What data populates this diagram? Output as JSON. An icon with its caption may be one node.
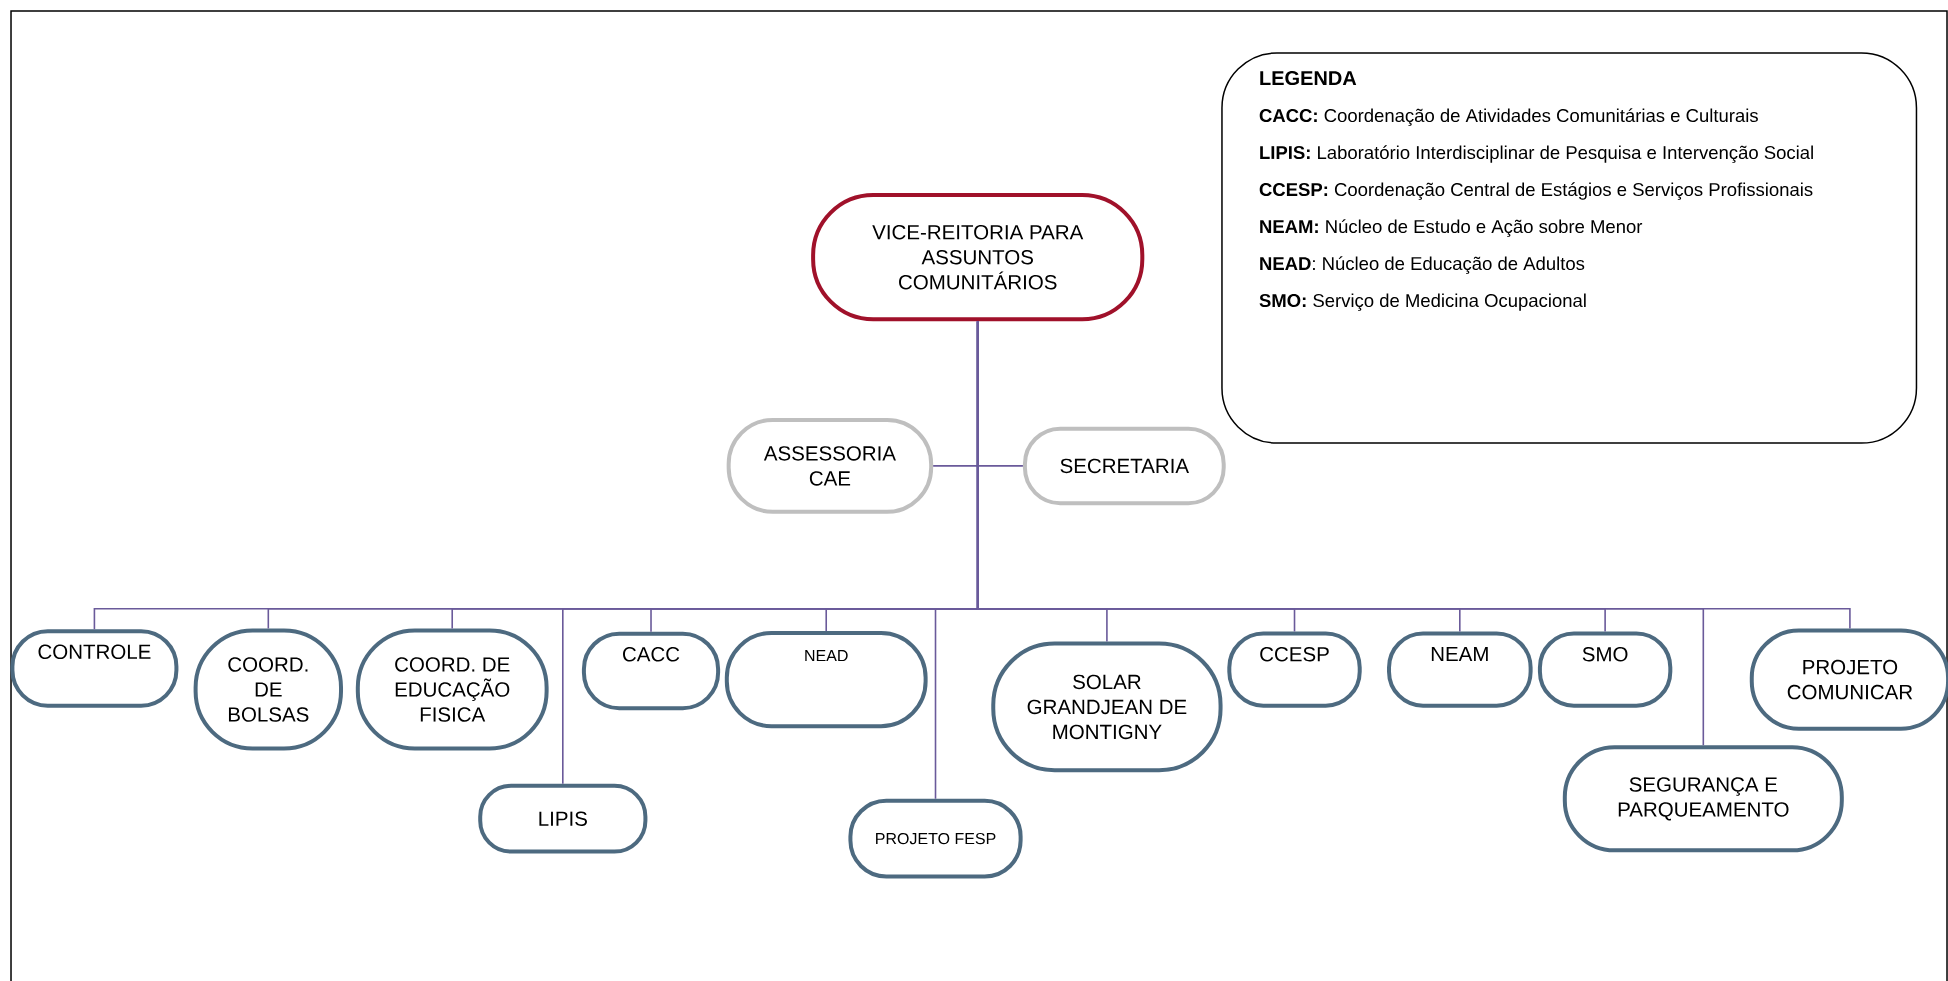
{
  "diagram": {
    "nodes": [
      {
        "text": [
          "VICE-REITORIA PARA ASSUNTOS COMUNITÁRIOS"
        ]
      },
      {
        "text": [
          "ASSESSORIA CAE"
        ]
      },
      {
        "text": [
          "SECRETARIA"
        ]
      },
      {
        "text": [
          "CONTROLE"
        ]
      },
      {
        "text": [
          "COORD. DE BOLSAS"
        ]
      },
      {
        "text": [
          "COORD. DE EDUCAÇÃO FISICA"
        ]
      },
      {
        "text": [
          "LIPIS"
        ]
      },
      {
        "text": [
          "CACC"
        ]
      },
      {
        "text": [
          "NEAD"
        ]
      },
      {
        "text": [
          "PROJETO FESP"
        ]
      },
      {
        "text": [
          "SOLAR GRANDJEAN DE MONTIGNY"
        ]
      },
      {
        "text": [
          "CCESP"
        ]
      },
      {
        "text": [
          "NEAM"
        ]
      },
      {
        "text": [
          "SMO"
        ]
      },
      {
        "text": [
          "PROJETO COMUNICAR"
        ]
      },
      {
        "text": [
          "SEGURANÇA E PARQUEAMENTO"
        ]
      },
      {
        "text": [
          "LEGENDA",
          "**CACC:** Coordenação de Atividades Comunitárias e Culturais",
          "**LIPIS:** Laboratório Interdisciplinar de Pesquisa e Intervenção Social",
          "**CCESP:** Coordenação Central de Estágios e Serviços Profissionais",
          "**NEAM:** Núcleo de Estudo e Ação sobre Menor",
          "**NEAD**: Núcleo de Educação de Adultos",
          "**SMO:** Serviço de Medicina Ocupacional"
        ]
      }
    ],
    "edges": [
      {
        "from": 0,
        "to": 1,
        "arrow": "none"
      },
      {
        "from": 0,
        "to": 2,
        "arrow": "none"
      },
      {
        "from": 0,
        "to": 3,
        "arrow": "none"
      },
      {
        "from": 0,
        "to": 4,
        "arrow": "none"
      },
      {
        "from": 0,
        "to": 5,
        "arrow": "none"
      },
      {
        "from": 0,
        "to": 6,
        "arrow": "none"
      },
      {
        "from": 0,
        "to": 7,
        "arrow": "none"
      },
      {
        "from": 0,
        "to": 8,
        "arrow": "none"
      },
      {
        "from": 0,
        "to": 9,
        "arrow": "none"
      },
      {
        "from": 0,
        "to": 10,
        "arrow": "none"
      },
      {
        "from": 0,
        "to": 11,
        "arrow": "none"
      },
      {
        "from": 0,
        "to": 12,
        "arrow": "none"
      },
      {
        "from": 0,
        "to": 13,
        "arrow": "none"
      },
      {
        "from": 0,
        "to": 14,
        "arrow": "none"
      },
      {
        "from": 0,
        "to": 15,
        "arrow": "none"
      }
    ]
  }
}
